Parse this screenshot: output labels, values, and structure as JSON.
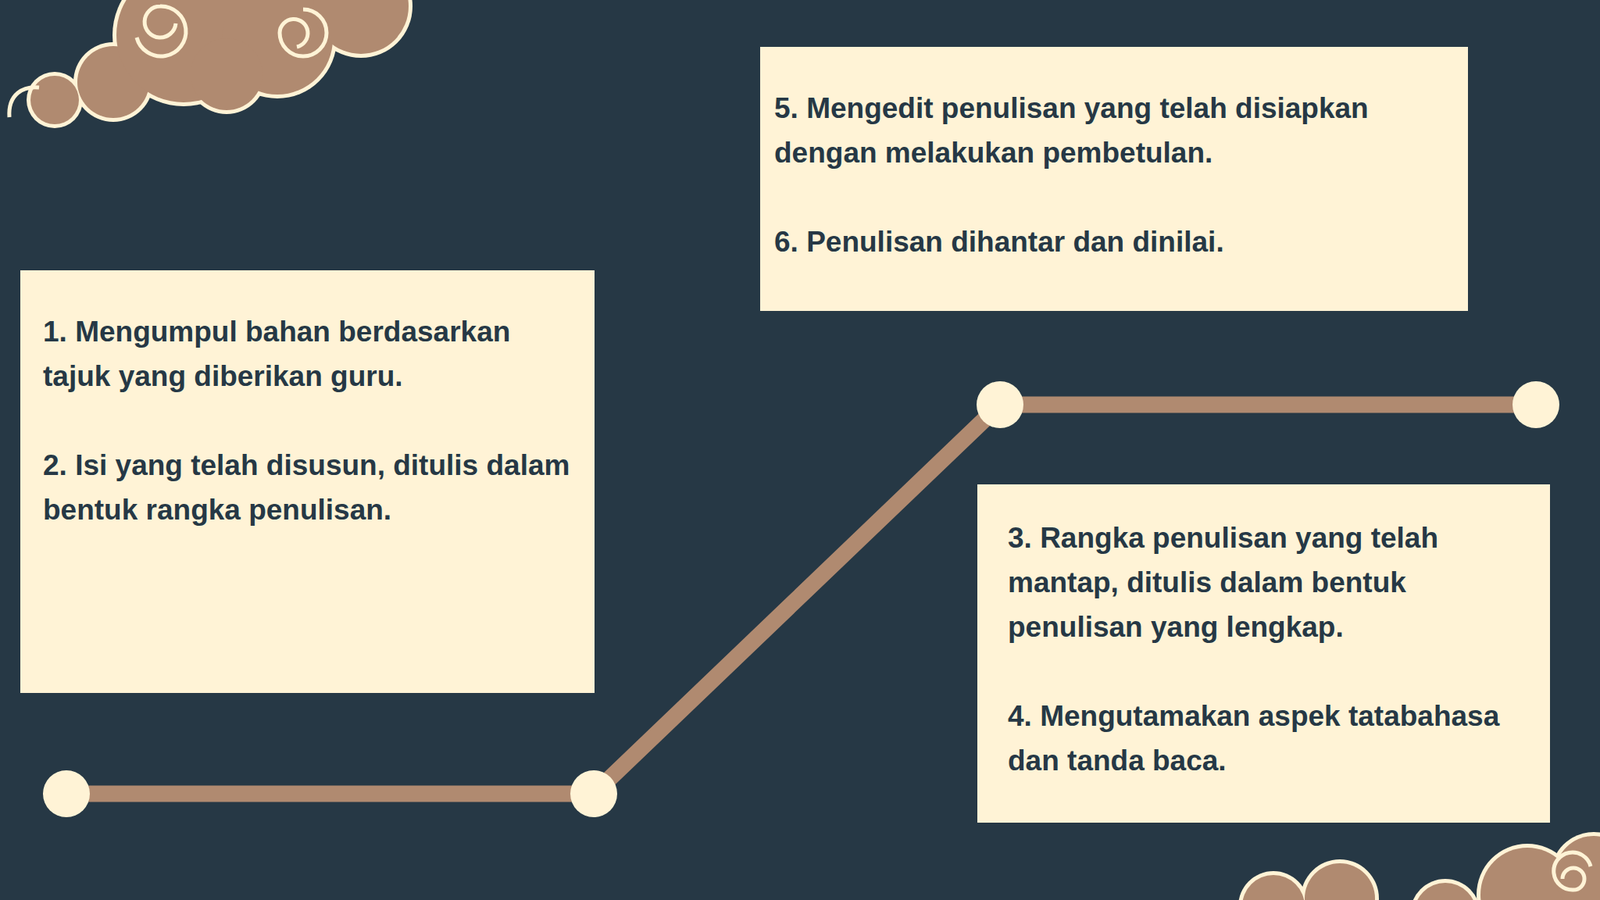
{
  "diagram": {
    "nodes": [
      {
        "text": [
          "1. Mengumpul bahan berdasarkan tajuk yang diberikan guru.",
          "2. Isi yang telah disusun, ditulis dalam bentuk rangka penulisan."
        ]
      },
      {
        "text": [
          "3. Rangka penulisan yang telah mantap, ditulis dalam bentuk penulisan yang lengkap.",
          "4. Mengutamakan aspek tatabahasa dan tanda baca."
        ]
      },
      {
        "text": [
          "5. Mengedit penulisan yang telah disiapkan dengan melakukan pembetulan.",
          "6. Penulisan dihantar dan dinilai."
        ]
      }
    ]
  }
}
